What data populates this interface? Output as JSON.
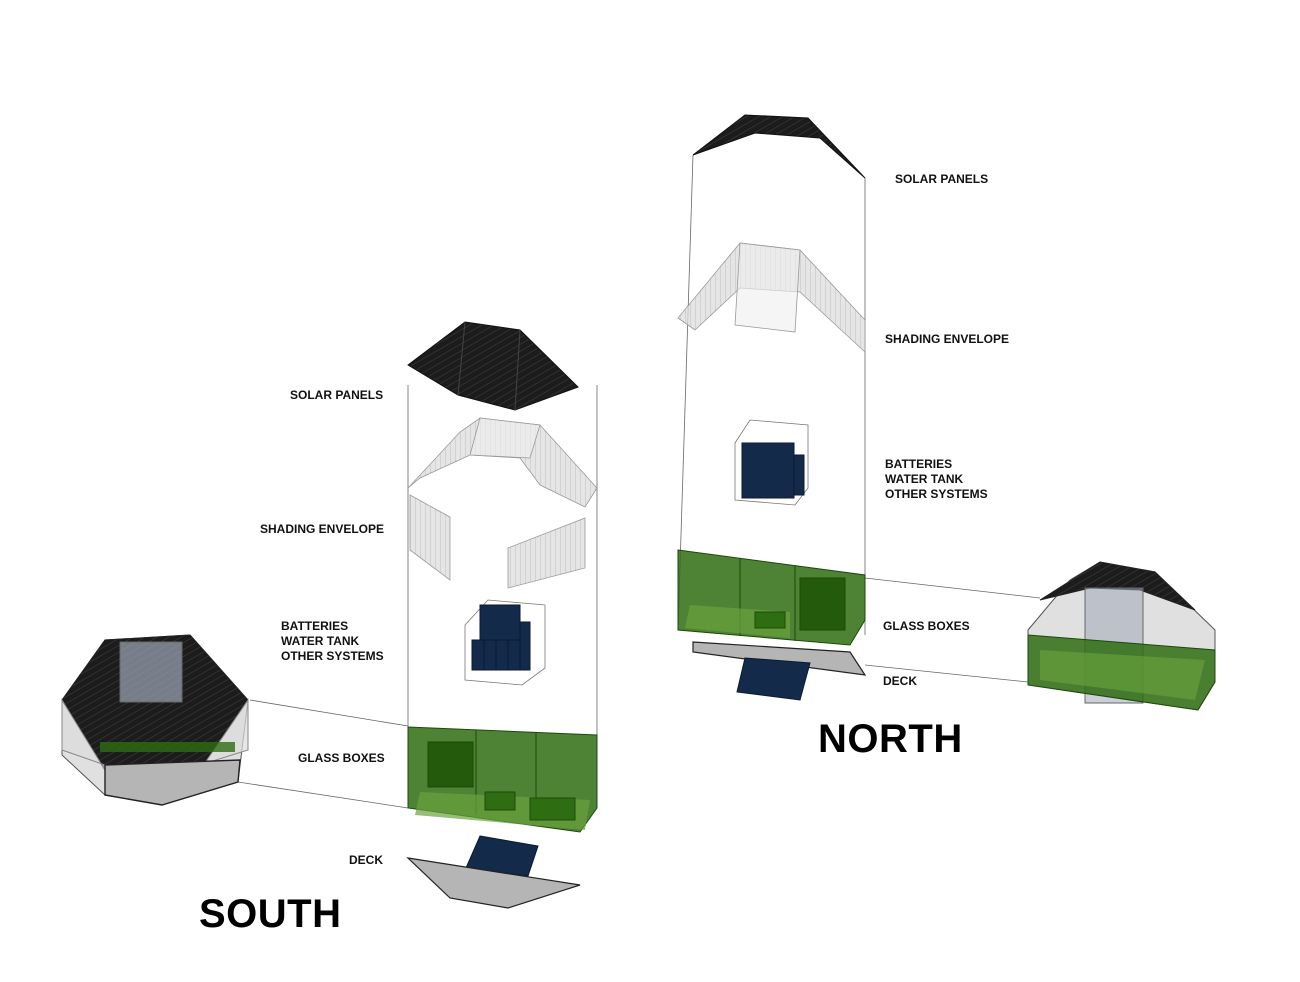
{
  "colors": {
    "solar_dark": "#1c1c1c",
    "shade_grey": "#d8d8d8",
    "glass_green": "#2f6d12",
    "glass_green_light": "#6aa33d",
    "systems_navy": "#132a4a",
    "deck_grey": "#b5b5b5",
    "line": "#555555"
  },
  "south": {
    "title": "SOUTH",
    "labels": {
      "solar_panels": "SOLAR PANELS",
      "shading_envelope": "SHADING ENVELOPE",
      "systems": [
        "BATTERIES",
        "WATER TANK",
        "OTHER SYSTEMS"
      ],
      "glass_boxes": "GLASS BOXES",
      "deck": "DECK"
    }
  },
  "north": {
    "title": "NORTH",
    "labels": {
      "solar_panels": "SOLAR PANELS",
      "shading_envelope": "SHADING ENVELOPE",
      "systems": [
        "BATTERIES",
        "WATER TANK",
        "OTHER SYSTEMS"
      ],
      "glass_boxes": "GLASS BOXES",
      "deck": "DECK"
    }
  }
}
